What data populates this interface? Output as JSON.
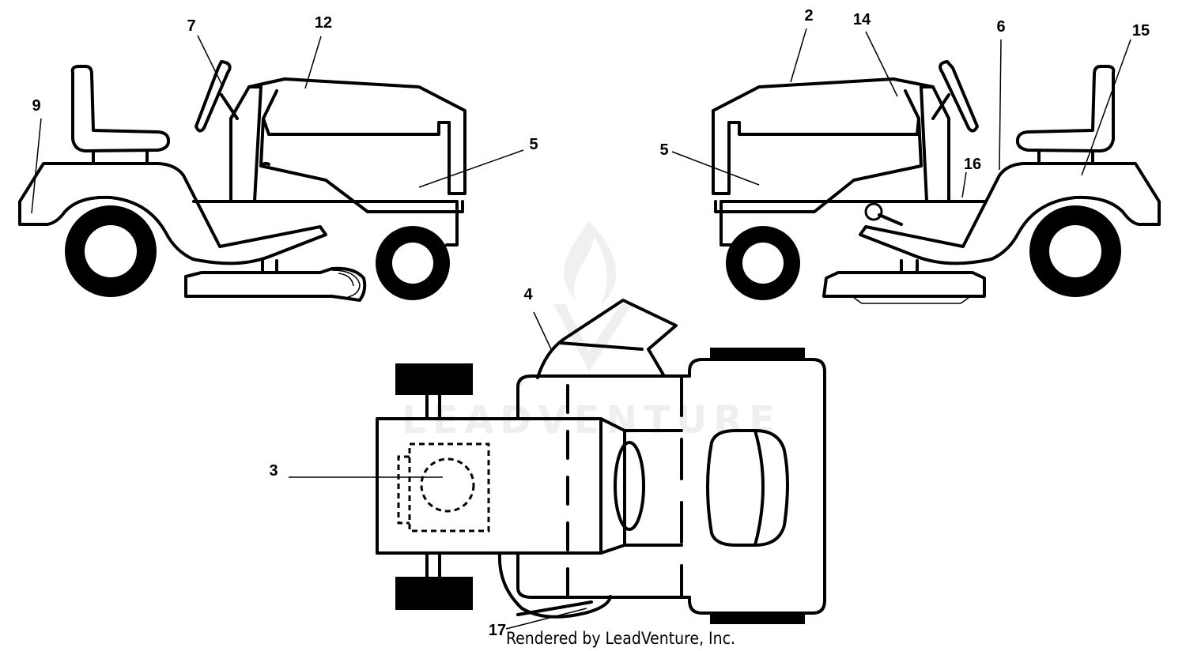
{
  "watermark": {
    "text": "LEADVENTURE",
    "color": "#e6e6e6"
  },
  "footer": {
    "text": "Rendered by LeadVenture, Inc."
  },
  "views": {
    "left_side": {
      "callouts": [
        "9",
        "7",
        "12",
        "5"
      ]
    },
    "right_side": {
      "callouts": [
        "2",
        "14",
        "6",
        "15",
        "5",
        "16"
      ]
    },
    "top": {
      "callouts": [
        "4",
        "3",
        "17"
      ]
    }
  },
  "colors": {
    "line": "#000000",
    "background": "#ffffff"
  }
}
